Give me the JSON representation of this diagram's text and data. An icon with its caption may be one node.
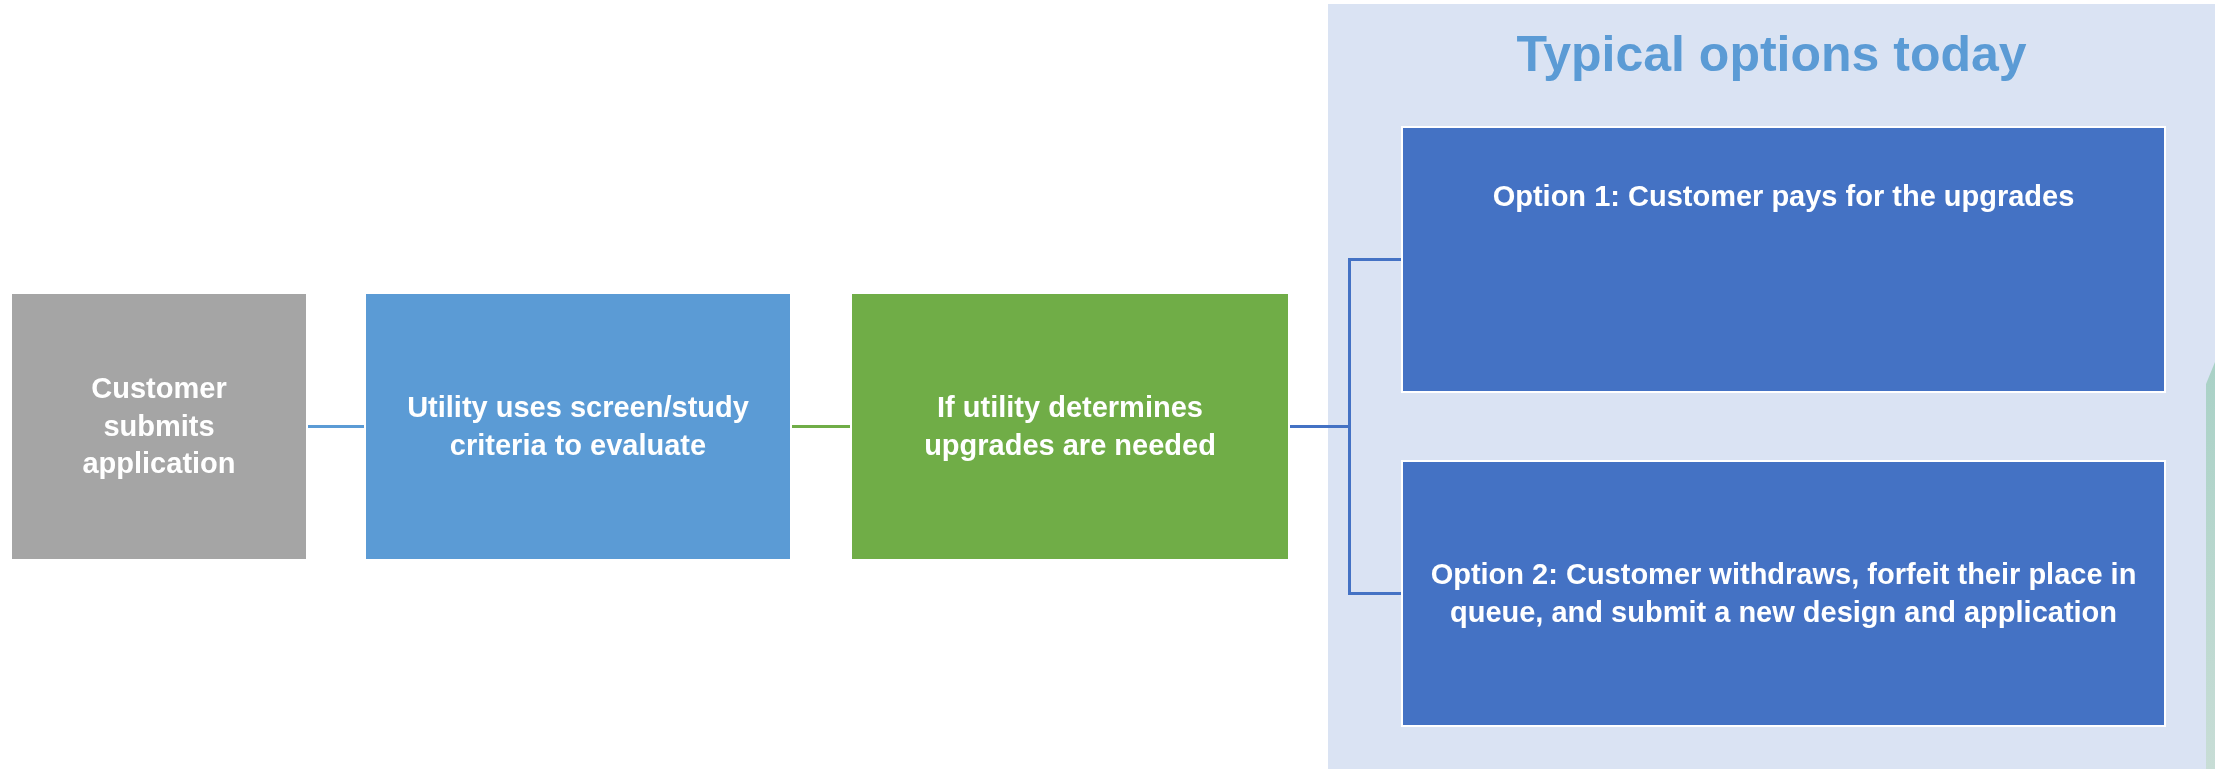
{
  "diagram": {
    "nodes": [
      {
        "text": [
          "Customer submits application"
        ]
      },
      {
        "text": [
          "Utility uses screen/study criteria to evaluate"
        ]
      },
      {
        "text": [
          "If utility determines upgrades are needed"
        ]
      },
      {
        "text": [
          "Typical options today"
        ]
      },
      {
        "text": [
          "Option 1: Customer pays for the upgrades"
        ],
        "in": 3
      },
      {
        "text": [
          "Option 2: Customer withdraws, forfeit their place in queue, and submit a new design and application"
        ],
        "in": 3
      }
    ],
    "edges": [
      {
        "from": 0,
        "to": 1,
        "arrow": "none",
        "color": "#5b9bd5"
      },
      {
        "from": 1,
        "to": 2,
        "arrow": "none",
        "color": "#70ad47"
      },
      {
        "from": 2,
        "to": 4,
        "arrow": "none",
        "color": "#4472c4"
      },
      {
        "from": 2,
        "to": 5,
        "arrow": "none",
        "color": "#4472c4"
      }
    ]
  }
}
